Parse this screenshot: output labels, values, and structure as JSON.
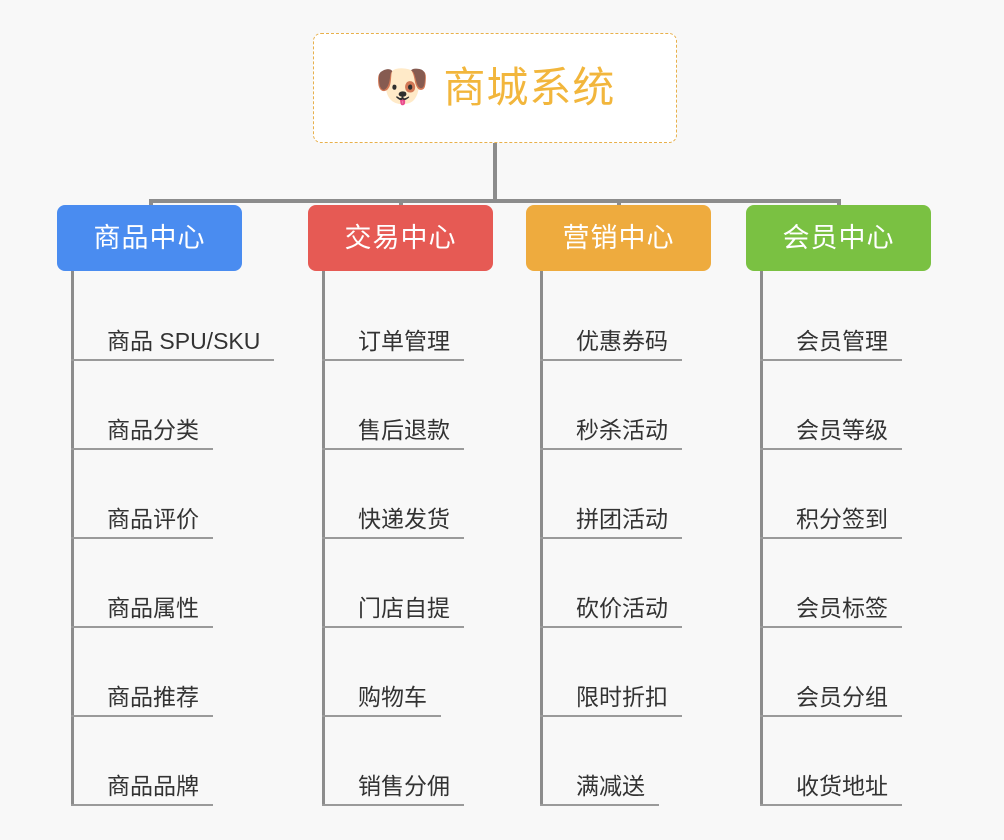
{
  "diagram": {
    "title": "商城系统",
    "background_color": "#f8f8f8",
    "connector_color": "#8c8c8c",
    "root": {
      "label": "商城系统",
      "icon": "shiba-dog-face-emoji",
      "emoji": "🐶",
      "text_color": "#f2b63c",
      "border_color": "#e8b04b",
      "background_color": "#ffffff"
    },
    "branches": [
      {
        "label": "商品中心",
        "color": "#4a8cf0",
        "items": [
          "商品 SPU/SKU",
          "商品分类",
          "商品评价",
          "商品属性",
          "商品推荐",
          "商品品牌"
        ]
      },
      {
        "label": "交易中心",
        "color": "#e65a54",
        "items": [
          "订单管理",
          "售后退款",
          "快递发货",
          "门店自提",
          "购物车",
          "销售分佣"
        ]
      },
      {
        "label": "营销中心",
        "color": "#eeab3e",
        "items": [
          "优惠券码",
          "秒杀活动",
          "拼团活动",
          "砍价活动",
          "限时折扣",
          "满减送"
        ]
      },
      {
        "label": "会员中心",
        "color": "#7ac142",
        "items": [
          "会员管理",
          "会员等级",
          "积分签到",
          "会员标签",
          "会员分组",
          "收货地址"
        ]
      }
    ]
  }
}
